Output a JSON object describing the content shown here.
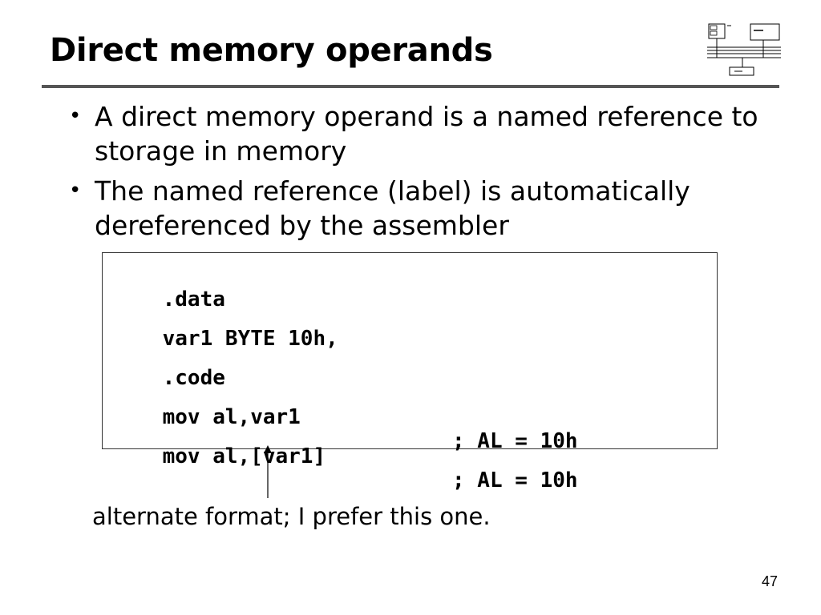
{
  "slide": {
    "title": "Direct memory operands",
    "page_number": "47"
  },
  "bullets": [
    {
      "text": "A direct memory operand is a named reference to storage in memory"
    },
    {
      "text": "The named reference (label) is automatically dereferenced by the assembler"
    }
  ],
  "code": {
    "lines": [
      {
        "code": ".data",
        "comment": ""
      },
      {
        "code": "var1 BYTE 10h,",
        "comment": ""
      },
      {
        "code": ".code",
        "comment": ""
      },
      {
        "code": "mov al,var1",
        "comment": "; AL = 10h"
      },
      {
        "code": "mov al,[var1]",
        "comment": "; AL = 10h"
      }
    ]
  },
  "annotation": {
    "text": "alternate format; I prefer this one."
  },
  "logo": {
    "icon": "computer-architecture-diagram-icon"
  }
}
